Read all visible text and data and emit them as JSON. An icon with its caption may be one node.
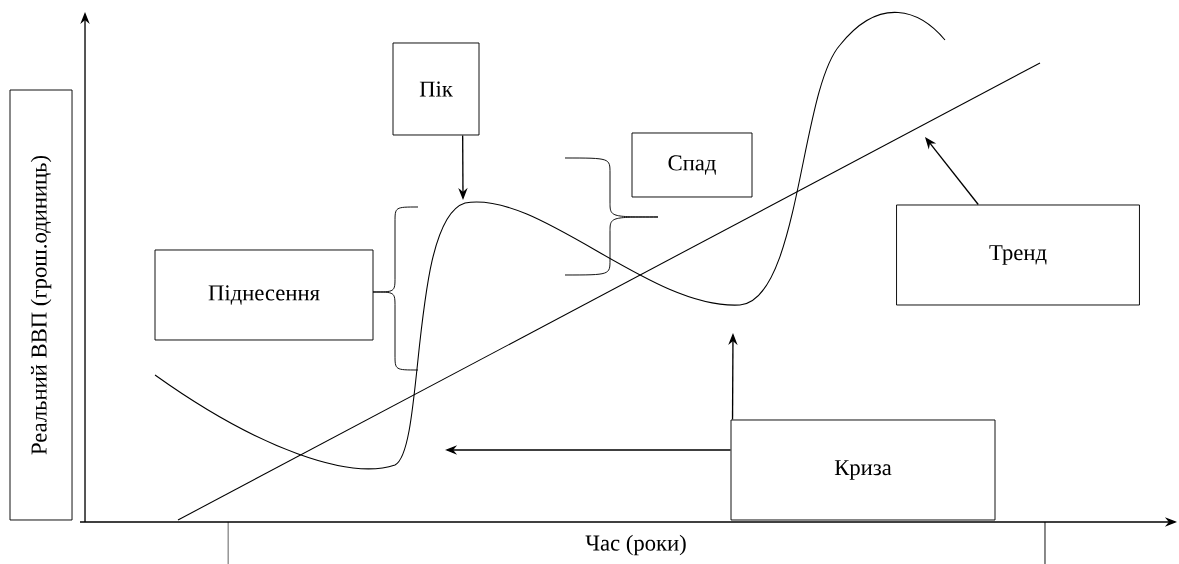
{
  "diagram": {
    "nodes": [
      {
        "text": [
          "Пік"
        ]
      },
      {
        "text": [
          "Спад"
        ]
      },
      {
        "text": [
          "Піднесення"
        ]
      },
      {
        "text": [
          "Тренд"
        ]
      },
      {
        "text": [
          "Криза"
        ]
      },
      {
        "text": [
          "Реальний ВВП (грош.одиниць)"
        ]
      }
    ],
    "edges": [
      {
        "from": 0,
        "to": null,
        "arrow": "to"
      },
      {
        "from": 3,
        "to": null,
        "arrow": "to"
      },
      {
        "from": 4,
        "to": null,
        "arrow": "to"
      },
      {
        "from": 4,
        "to": null,
        "arrow": "to"
      }
    ],
    "labels": [
      "Час (роки)"
    ]
  }
}
